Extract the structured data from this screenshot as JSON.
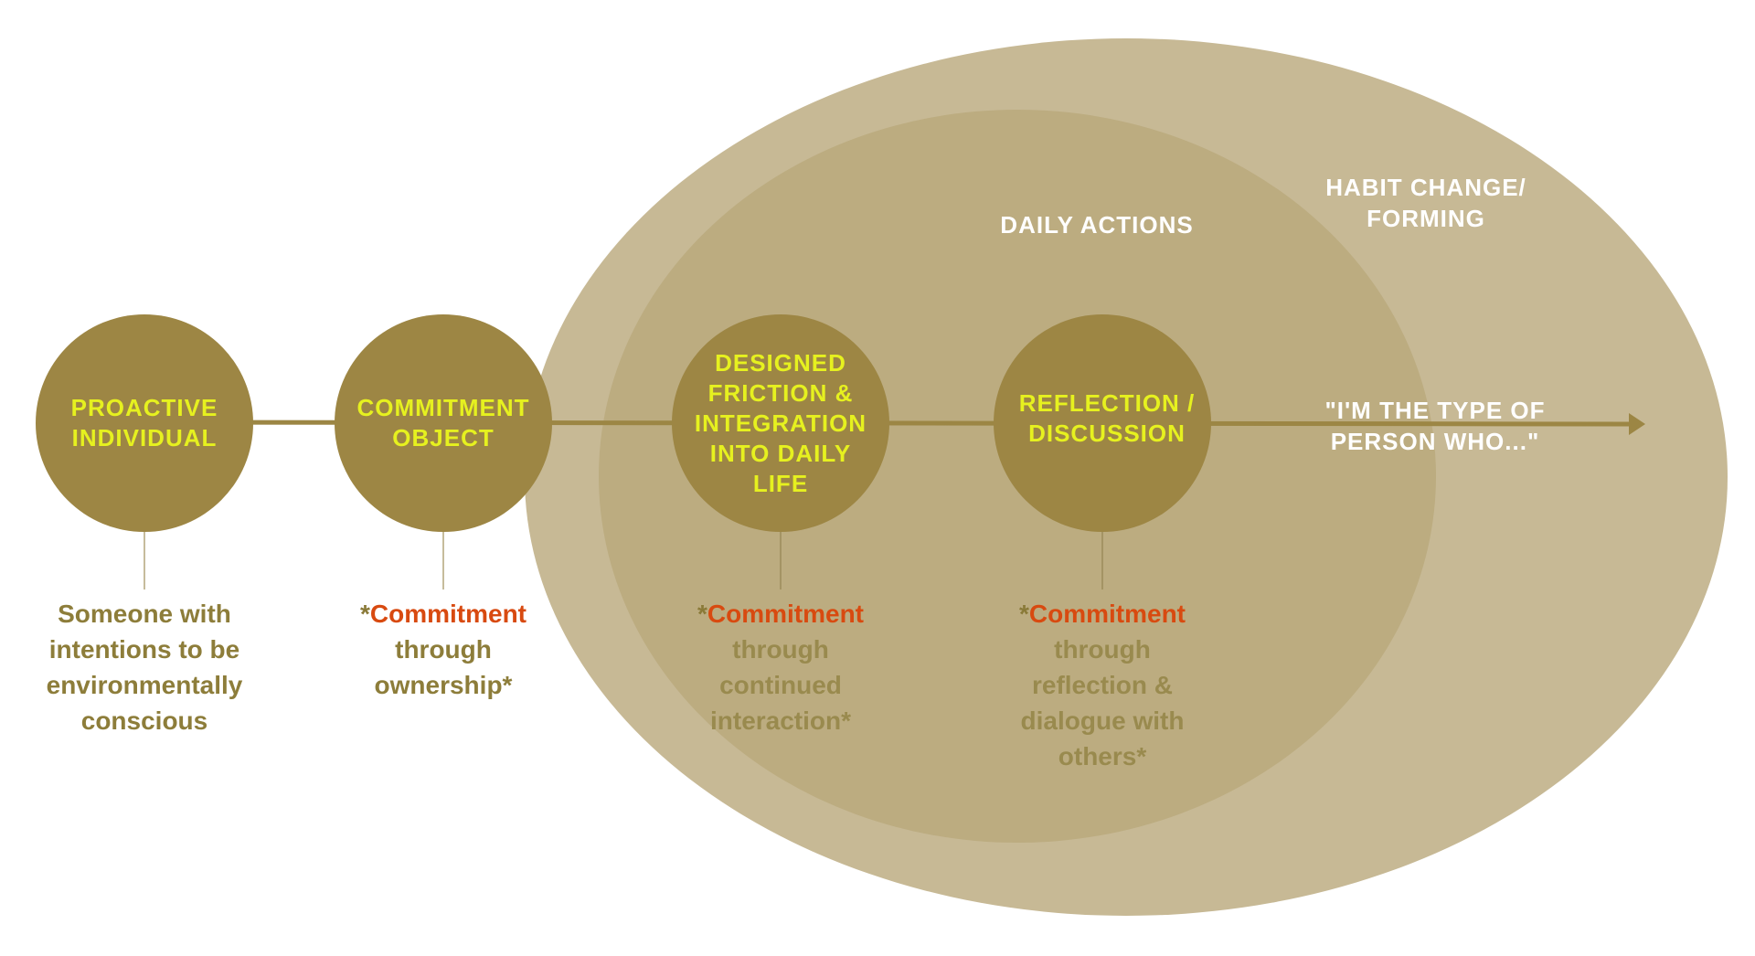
{
  "colors": {
    "outer_ellipse": "#c7b995",
    "inner_ellipse": "#bcac80",
    "node": "#9d8644",
    "line": "#9c8644",
    "node_text": "#e6f11f",
    "zone_text": "#ffffff",
    "highlight": "#d84a10"
  },
  "zones": {
    "outer_label": [
      "HABIT CHANGE/",
      "FORMING"
    ],
    "inner_label": "DAILY ACTIONS"
  },
  "arrow_label": [
    "\"I'M THE TYPE OF",
    "PERSON WHO...\""
  ],
  "nodes": [
    {
      "label": [
        "PROACTIVE",
        "INDIVIDUAL"
      ],
      "desc": {
        "prefix": "",
        "highlight": "",
        "rest": [
          "Someone with",
          "intentions to be",
          "environmentally",
          "conscious"
        ],
        "color": "#8d7d3a"
      }
    },
    {
      "label": [
        "COMMITMENT",
        "OBJECT"
      ],
      "desc": {
        "prefix": "*",
        "highlight": "Commitment",
        "rest": [
          "through",
          "ownership*"
        ],
        "color": "#8d7d3a"
      }
    },
    {
      "label": [
        "DESIGNED",
        "FRICTION &",
        "INTEGRATION",
        "INTO DAILY",
        "LIFE"
      ],
      "desc": {
        "prefix": "*",
        "highlight": "Commitment",
        "rest": [
          "through",
          "continued",
          "interaction*"
        ],
        "color": "#998a4e"
      }
    },
    {
      "label": [
        "REFLECTION /",
        "DISCUSSION"
      ],
      "desc": {
        "prefix": "*",
        "highlight": "Commitment",
        "rest": [
          "through",
          "reflection &",
          "dialogue with",
          "others*"
        ],
        "color": "#998a4e"
      }
    }
  ]
}
